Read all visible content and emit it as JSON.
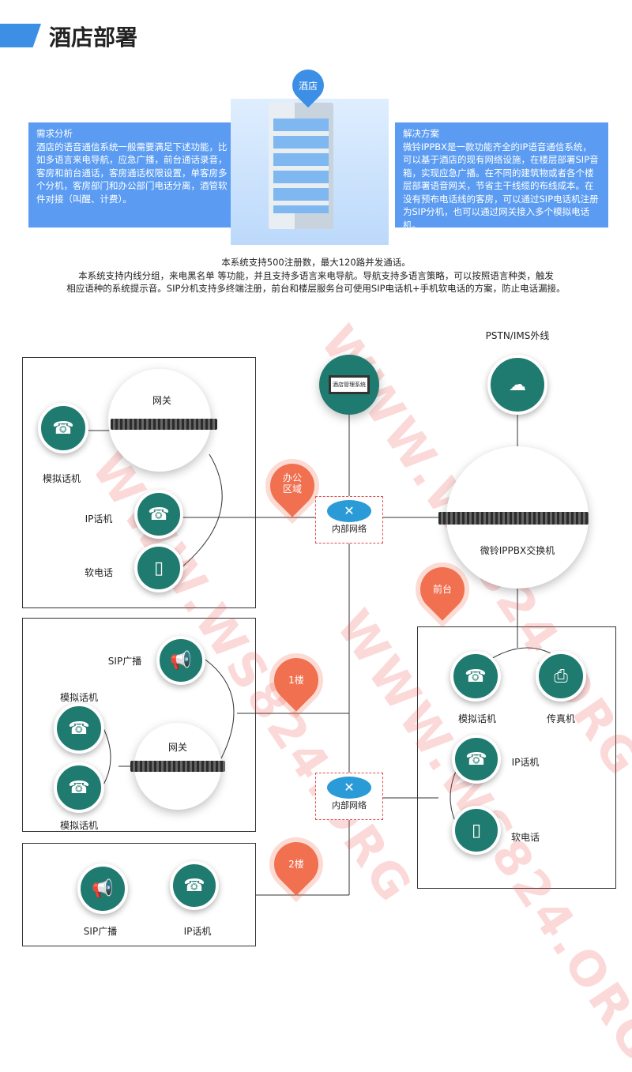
{
  "header": {
    "title": "酒店部署"
  },
  "building": {
    "sign": "酒店"
  },
  "needs": {
    "heading": "需求分析",
    "text": "酒店的语音通信系统一般需要满足下述功能，比如多语言来电导航，应急广播，前台通话录音，客房和前台通话，客房通话权限设置，单客房多个分机，客房部门和办公部门电话分离，酒管软件对接（叫醒、计费）。"
  },
  "solution": {
    "heading": "解决方案",
    "text": "微铃IPPBX是一款功能齐全的IP语音通信系统，可以基于酒店的现有网络设施，在楼层部署SIP音箱，实现应急广播。在不同的建筑物或者各个楼层部署语音网关，节省主干线缆的布线成本。在没有预布电话线的客房，可以通过SIP电话机注册为SIP分机，也可以通过网关接入多个模拟电话机。"
  },
  "intro": [
    "本系统支持500注册数，最大120路并发通话。",
    "本系统支持内线分组，来电黑名单 等功能，并且支持多语言来电导航。导航支持多语言策略，可以按照语言种类，触发",
    "相应语种的系统提示音。SIP分机支持多终端注册，前台和楼层服务台可使用SIP电话机+手机软电话的方案，防止电话漏接。"
  ],
  "diagram": {
    "pstn": "PSTN/IMS外线",
    "hms": "酒店管理系统",
    "ippbx": "微铃IPPBX交换机",
    "network": "内部网络",
    "pins": {
      "office": "办公\n区域",
      "front": "前台",
      "f1": "1楼",
      "f2": "2楼"
    },
    "office": {
      "gateway": "网关",
      "analog": "模拟话机",
      "ip": "IP话机",
      "soft": "软电话"
    },
    "floor1": {
      "sip": "SIP广播",
      "analog1": "模拟话机",
      "analog2": "模拟话机",
      "gateway": "网关"
    },
    "floor2": {
      "sip": "SIP广播",
      "ip": "IP话机"
    },
    "front": {
      "analog": "模拟话机",
      "fax": "传真机",
      "ip": "IP话机",
      "soft": "软电话"
    }
  },
  "watermark": "WWW.WS824.ORG"
}
